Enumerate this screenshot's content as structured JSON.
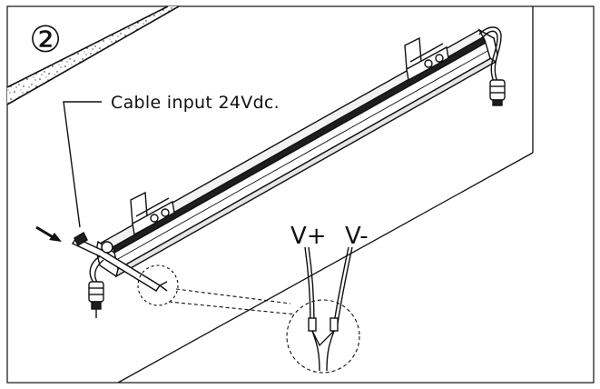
{
  "step": {
    "number": "②"
  },
  "callouts": {
    "cable_input": "Cable input 24Vdc.",
    "v_plus": "V+",
    "v_minus": "V-"
  },
  "colors": {
    "line": "#111111",
    "background": "#ffffff",
    "fixture_fill": "#f2f2f2",
    "strip_fill": "#1e1e1e"
  },
  "icons": {
    "arrow": "insert-arrow-icon",
    "connector": "connector-plug-icon"
  }
}
